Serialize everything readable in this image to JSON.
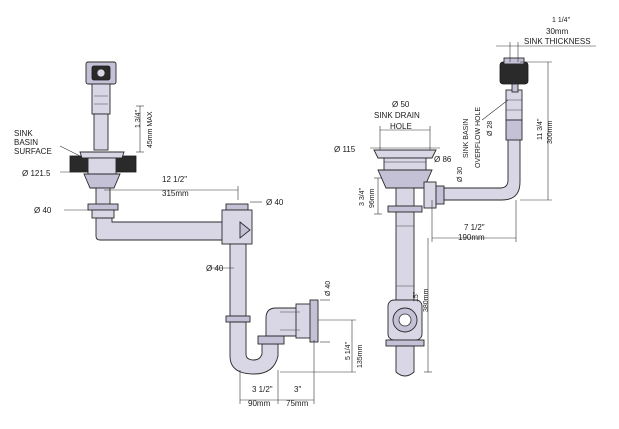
{
  "colors": {
    "pipe": "#d9d6e6",
    "pipe_shade": "#c4c0d6",
    "outline": "#2a2a2a",
    "basin": "#2a2a2a"
  },
  "left_view": {
    "sink_basin_surface": [
      "SINK",
      "BASIN",
      "SURFACE"
    ],
    "dia_121_5": "Ø 121.5",
    "dia_40_left": "Ø 40",
    "height_frac": "1 3/4\"",
    "height_mm": "45mm MAX",
    "offset_frac": "12 1/2\"",
    "offset_mm": "315mm",
    "dia_40_top": "Ø 40",
    "dia_40_mid": "Ø 40",
    "dia_40_outlet": "Ø 40",
    "trap_frac": "5 1/4\"",
    "trap_mm": "135mm",
    "width1_frac": "3 1/2\"",
    "width1_mm": "90mm",
    "width2_frac": "3\"",
    "width2_mm": "75mm"
  },
  "right_view": {
    "drain_hole": [
      "Ø 50",
      "SINK DRAIN",
      "HOLE"
    ],
    "dia_115": "Ø 115",
    "dia_86": "Ø 86",
    "dia_30": "Ø 30",
    "overflow_hole": [
      "SINK BASIN",
      "OVERFLOW HOLE",
      "Ø 28"
    ],
    "thickness_frac": "1 1/4\"",
    "thickness_mm": "30mm",
    "thickness_label": "SINK THICKNESS",
    "height_overflow_frac": "11 3/4\"",
    "height_overflow_mm": "300mm",
    "height_96_frac": "3 3/4\"",
    "height_96_mm": "96mm",
    "reach_frac": "7 1/2\"",
    "reach_mm": "190mm",
    "height_380_frac": "15\"",
    "height_380_mm": "380mm"
  }
}
